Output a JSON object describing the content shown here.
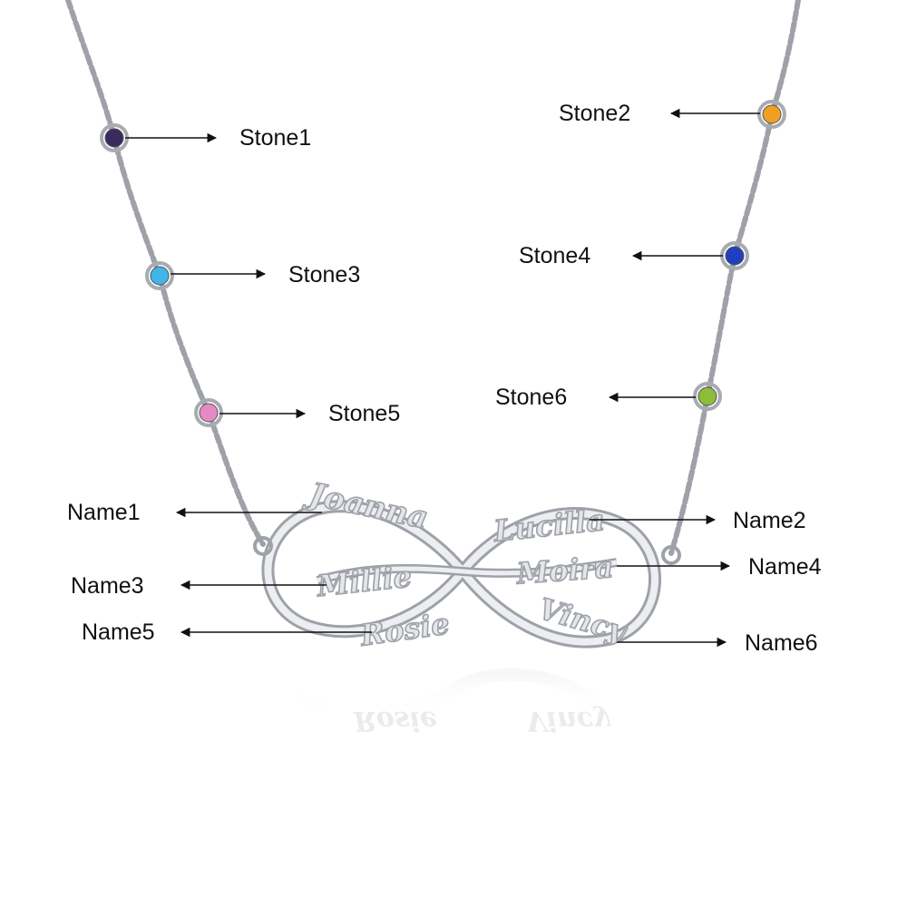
{
  "colors": {
    "chain": "#b9bcc2",
    "chain_dark": "#7f838a",
    "pendant": "#e4e6ea",
    "pendant_edge": "#9ea2a8",
    "arrow": "#111111",
    "text": "#111111",
    "stone1": "#3b2a5e",
    "stone2": "#f0a020",
    "stone3": "#3fb6e6",
    "stone4": "#1f3fc0",
    "stone5": "#e48ac4",
    "stone6": "#8dbb3a"
  },
  "stones": [
    {
      "id": "stone1",
      "label": "Stone1",
      "color_key": "stone1"
    },
    {
      "id": "stone2",
      "label": "Stone2",
      "color_key": "stone2"
    },
    {
      "id": "stone3",
      "label": "Stone3",
      "color_key": "stone3"
    },
    {
      "id": "stone4",
      "label": "Stone4",
      "color_key": "stone4"
    },
    {
      "id": "stone5",
      "label": "Stone5",
      "color_key": "stone5"
    },
    {
      "id": "stone6",
      "label": "Stone6",
      "color_key": "stone6"
    }
  ],
  "names": [
    {
      "id": "name1",
      "label": "Name1",
      "engraving": "Joanna"
    },
    {
      "id": "name2",
      "label": "Name2",
      "engraving": "Lucilla"
    },
    {
      "id": "name3",
      "label": "Name3",
      "engraving": "Millie"
    },
    {
      "id": "name4",
      "label": "Name4",
      "engraving": "Moira"
    },
    {
      "id": "name5",
      "label": "Name5",
      "engraving": "Rosie"
    },
    {
      "id": "name6",
      "label": "Name6",
      "engraving": "Vincy"
    }
  ]
}
